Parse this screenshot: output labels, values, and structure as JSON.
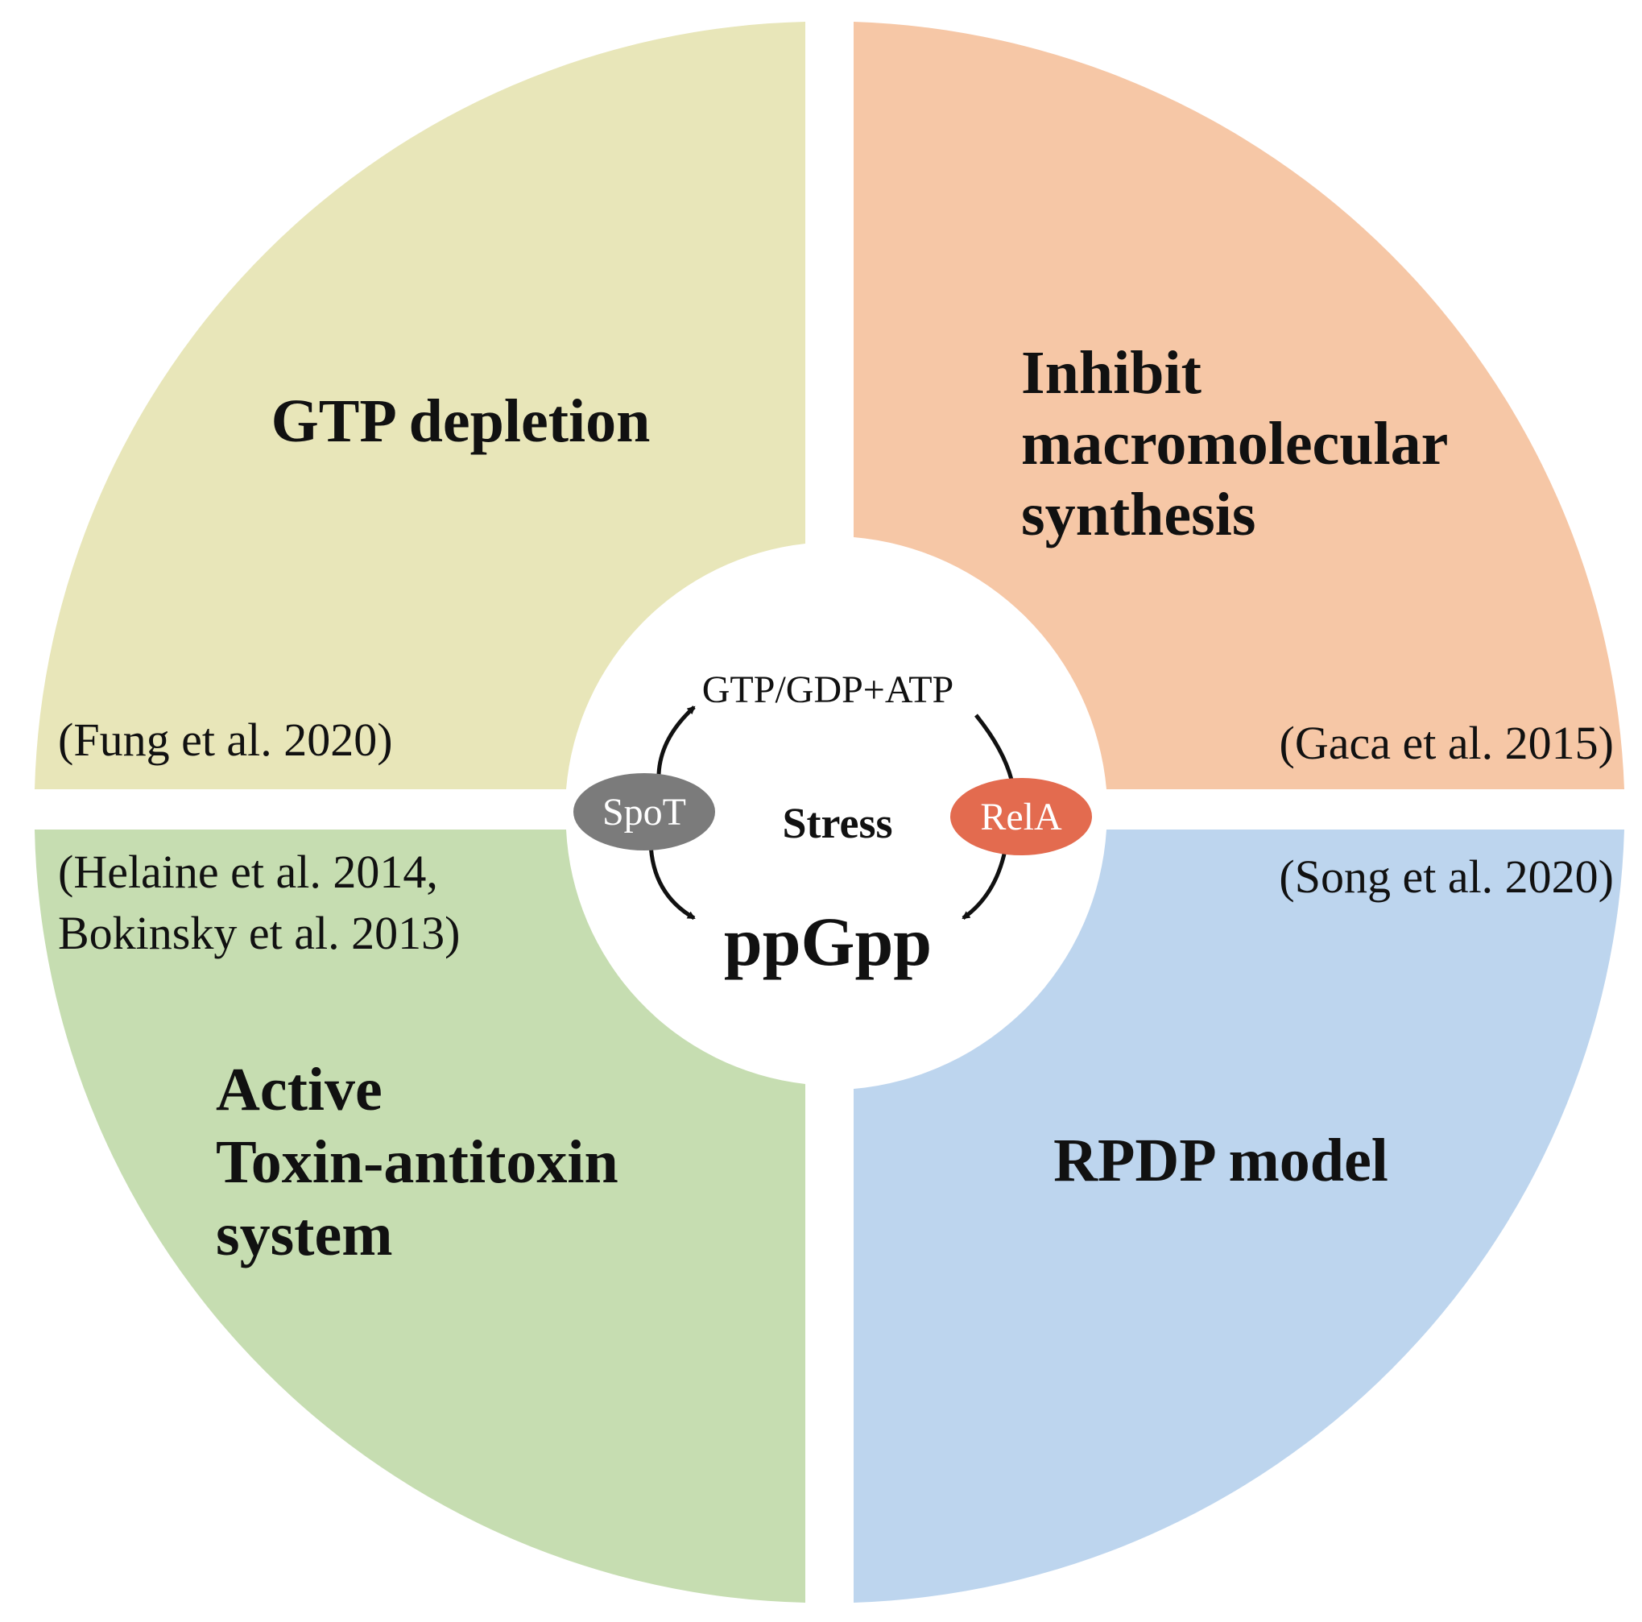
{
  "colors": {
    "top_left": "#e8e6b9",
    "top_right": "#f6c7a6",
    "bottom_left": "#c6ddb1",
    "bottom_right": "#bdd5ee",
    "spot": "#7b7b7b",
    "rela": "#e36b4f"
  },
  "quadrants": {
    "top_left": {
      "title_lines": [
        "GTP depletion"
      ],
      "refs": [
        "(Fung et al. 2020)"
      ]
    },
    "top_right": {
      "title_lines": [
        "Inhibit",
        "macromolecular",
        "synthesis"
      ],
      "refs": [
        "(Gaca et al. 2015)"
      ]
    },
    "bottom_left": {
      "title_lines": [
        "Active",
        "Toxin-antitoxin",
        "system"
      ],
      "refs": [
        "(Helaine et al. 2014,",
        "Bokinsky et al. 2013)"
      ]
    },
    "bottom_right": {
      "title_lines": [
        "RPDP model"
      ],
      "refs": [
        "(Song et al. 2020)"
      ]
    }
  },
  "center": {
    "substrate": "GTP/GDP+ATP",
    "trigger": "Stress",
    "product": "ppGpp",
    "enzymes": {
      "left": "SpoT",
      "right": "RelA"
    }
  }
}
